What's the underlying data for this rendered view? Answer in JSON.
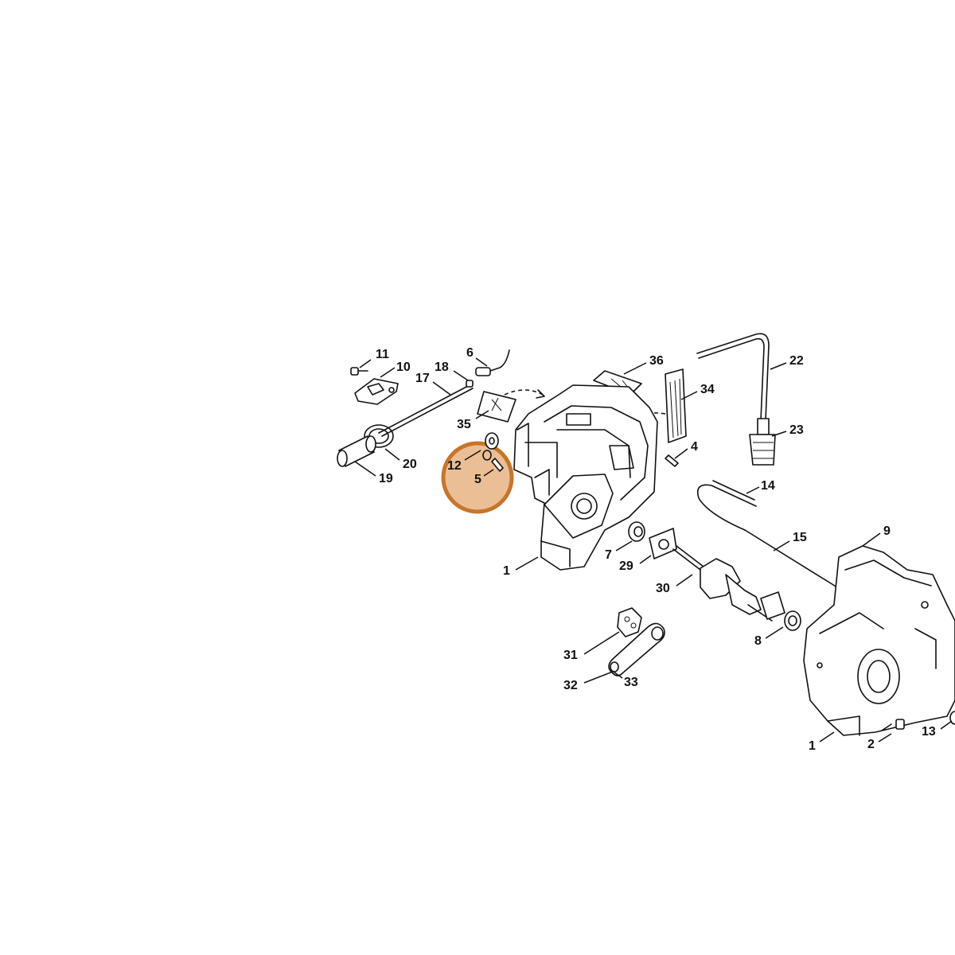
{
  "diagram": {
    "highlight": {
      "color": "#c8742a",
      "fill": "rgba(232,180,130,0.85)"
    },
    "callouts": {
      "c11": "11",
      "c10": "10",
      "c17": "17",
      "c18": "18",
      "c6": "6",
      "c36": "36",
      "c22": "22",
      "c34": "34",
      "c23": "23",
      "c35": "35",
      "c20": "20",
      "c19": "19",
      "c12": "12",
      "c5": "5",
      "c4": "4",
      "c14": "14",
      "c15": "15",
      "c9": "9",
      "c1a": "1",
      "c7": "7",
      "c29": "29",
      "c30": "30",
      "c8": "8",
      "c31": "31",
      "c32": "32",
      "c33": "33",
      "c1b": "1",
      "c2": "2",
      "c13": "13"
    }
  }
}
